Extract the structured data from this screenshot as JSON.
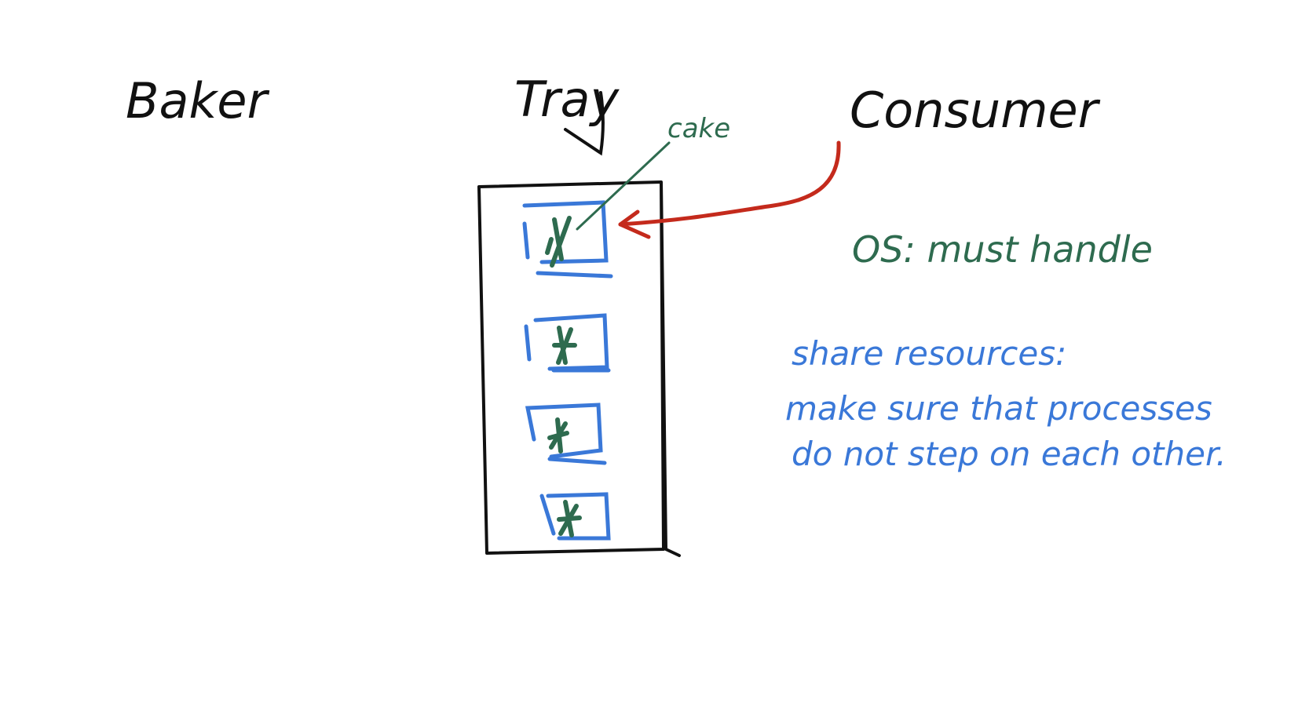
{
  "labels": {
    "baker": "Baker",
    "tray": "Tray",
    "consumer": "Consumer",
    "cake": "cake"
  },
  "notes": {
    "os_line": "OS: must handle",
    "line1": "share resources:",
    "line2": "make sure that processes",
    "line3": "do not step on each other."
  },
  "colors": {
    "ink_black": "#111111",
    "ink_blue": "#3a78d8",
    "ink_green": "#2e6b4f",
    "ink_red": "#c42a1c"
  },
  "tray": {
    "slots": 4
  }
}
